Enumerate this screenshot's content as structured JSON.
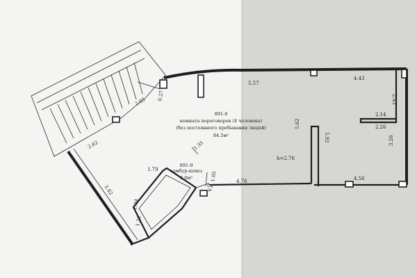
{
  "plan": {
    "main_room": {
      "id": "891-8",
      "name": "комната переговоров (4 человека)",
      "note": "(без постоянного пребывания людей)",
      "area": "84.5м²"
    },
    "vestibule": {
      "id": "891-9",
      "name": "тамбур-шлюз",
      "area": "3.0м²"
    },
    "height": "h=2.76",
    "dims": {
      "top_left": "5.57",
      "top_right": "4.43",
      "right_upper": "2.43",
      "step_horizontal": "2.14",
      "step_below": "2.26",
      "right_lower": "3.26",
      "interior_left": "5.62",
      "interior_right": "5.92",
      "bottom_left": "4.76",
      "bottom_right": "4.56",
      "stair_top": "2.65",
      "stair_left": "2.62",
      "left_wall": "3.42",
      "column_small": "0.27",
      "vest_top": "1.35",
      "vest_left": "1.79",
      "vest_right": "1.05",
      "vest_bottom": "1.04",
      "vest_opening": "0.4",
      "lower_left": "1.21"
    }
  }
}
